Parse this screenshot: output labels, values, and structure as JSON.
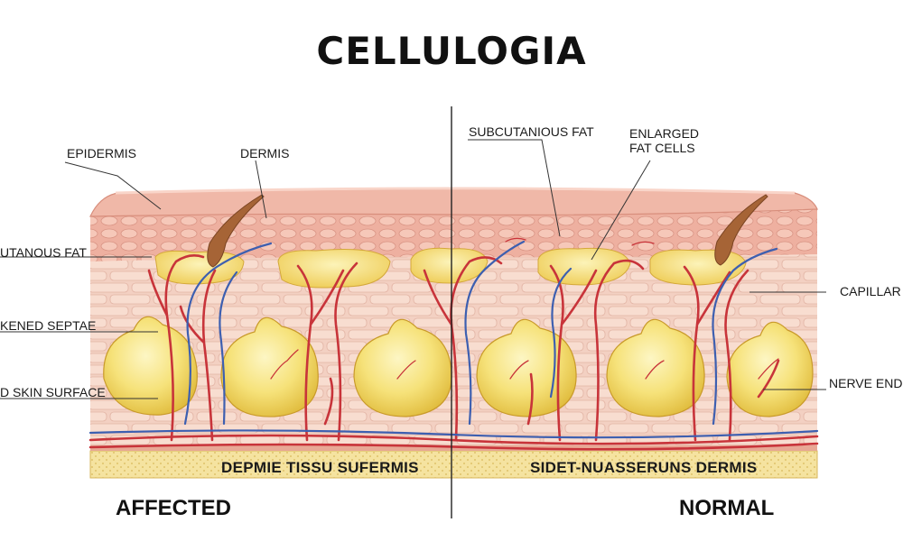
{
  "title": "CELLULOGIA",
  "labels": {
    "epidermis": "EPIDERMIS",
    "dermis": "DERMIS",
    "subcutanious_fat_left": "UTANOUS FAT",
    "thickened_septae": "KENED SEPTAE",
    "skin_surface": "D SKIN SURFACE",
    "subcutanious_fat_right": "SUBCUTANIOUS FAT",
    "enlarged_fat_cells": [
      "ENLARGED",
      "FAT CELLS"
    ],
    "capillaries": "CAPILLAR",
    "nerve_endings": "NERVE END"
  },
  "band": {
    "left_text": "DEPMIE TISSU SUFERMIS",
    "right_text": "SIDET-NUASSERUNS  DERMIS"
  },
  "sides": {
    "left": "AFFECTED",
    "right": "NORMAL"
  },
  "colors": {
    "epidermis": "#f2b7a8",
    "dermis": "#eec0b0",
    "tissue": "#f6d7c8",
    "fat": "#f4dd6b",
    "fat_light": "#fbef9f",
    "artery": "#c8343a",
    "vein": "#3d5fb0",
    "band": "#f5e3a0"
  }
}
